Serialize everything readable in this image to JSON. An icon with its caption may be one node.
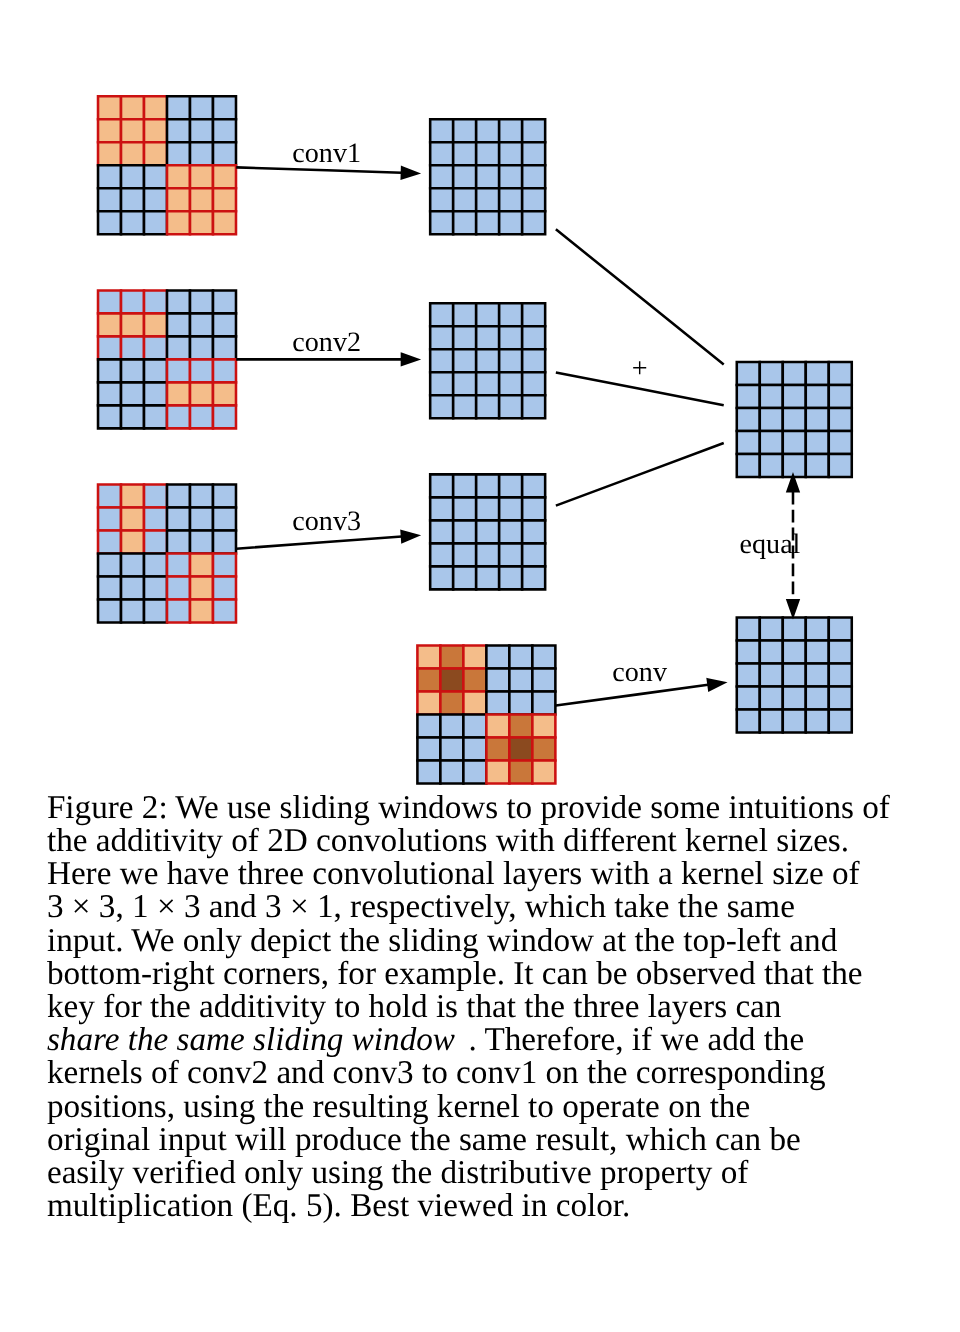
{
  "diagram": {
    "caption": "Figure 2: We use sliding windows to provide some intuitions of the additivity of 2D convolutions with different kernel sizes. Here we have three convolutional layers with a kernel size of 3 × 3, 1 × 3 and 3 × 1, respectively, which take the same input. We only depict the sliding window at the top-left and bottom-right corners, for example. It can be observed that the key for the additivity to hold is that the three layers can *share the same sliding window*. Therefore, if we add the kernels of conv2 and conv3 to conv1 on the corresponding positions, using the resulting kernel to operate on the original input will produce the same result, which can be easily verified only using the distributive property of multiplication (Eq. 5). Best viewed in color.",
    "nodes": [
      {
        "text": [],
        "shape": "grid"
      },
      {
        "text": [],
        "shape": "grid"
      },
      {
        "text": [],
        "shape": "grid"
      },
      {
        "text": [],
        "shape": "grid"
      },
      {
        "text": [],
        "shape": "grid"
      },
      {
        "text": [],
        "shape": "grid"
      },
      {
        "text": [],
        "shape": "grid"
      },
      {
        "text": [],
        "shape": "grid"
      },
      {
        "text": [],
        "shape": "grid"
      }
    ],
    "edges": [
      {
        "from": 0,
        "to": 1,
        "arrow": "to",
        "label": "conv1"
      },
      {
        "from": 2,
        "to": 3,
        "arrow": "to",
        "label": "conv2"
      },
      {
        "from": 4,
        "to": 5,
        "arrow": "to",
        "label": "conv3"
      },
      {
        "from": 1,
        "to": 6,
        "arrow": "none"
      },
      {
        "from": 3,
        "to": 6,
        "arrow": "none",
        "label": "+"
      },
      {
        "from": 5,
        "to": 6,
        "arrow": "none"
      },
      {
        "from": 6,
        "to": 8,
        "arrow": "both",
        "style": "dashed",
        "label": "equal"
      },
      {
        "from": 7,
        "to": 8,
        "arrow": "to",
        "label": "conv"
      }
    ]
  }
}
